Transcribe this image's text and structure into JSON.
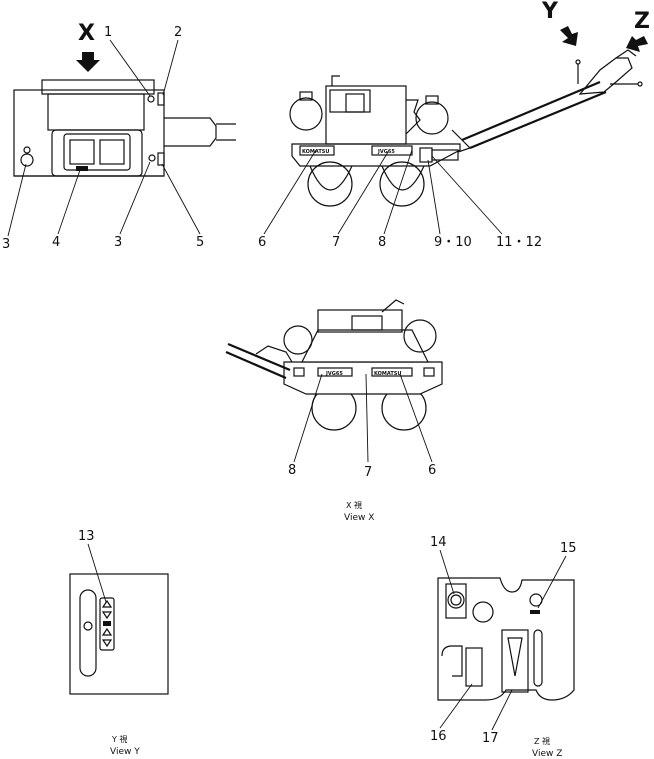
{
  "top_left_view": {
    "view_marker": "X",
    "callouts": [
      "1",
      "2",
      "3",
      "4",
      "3",
      "5"
    ]
  },
  "side_view": {
    "view_markers": [
      "Y",
      "Z"
    ],
    "decal_left": "KOMATSU",
    "decal_right": "JVG65",
    "callouts": [
      "6",
      "7",
      "8",
      "9・10",
      "11・12"
    ]
  },
  "view_x": {
    "decal_left": "JVG65",
    "decal_right": "KOMATSU",
    "callouts": [
      "8",
      "7",
      "6"
    ],
    "caption_jp": "X 視",
    "caption_en": "View X"
  },
  "view_y": {
    "callouts": [
      "13"
    ],
    "caption_jp": "Y 視",
    "caption_en": "View Y"
  },
  "view_z": {
    "callouts": [
      "14",
      "15",
      "16",
      "17"
    ],
    "caption_jp": "Z 視",
    "caption_en": "View Z"
  }
}
